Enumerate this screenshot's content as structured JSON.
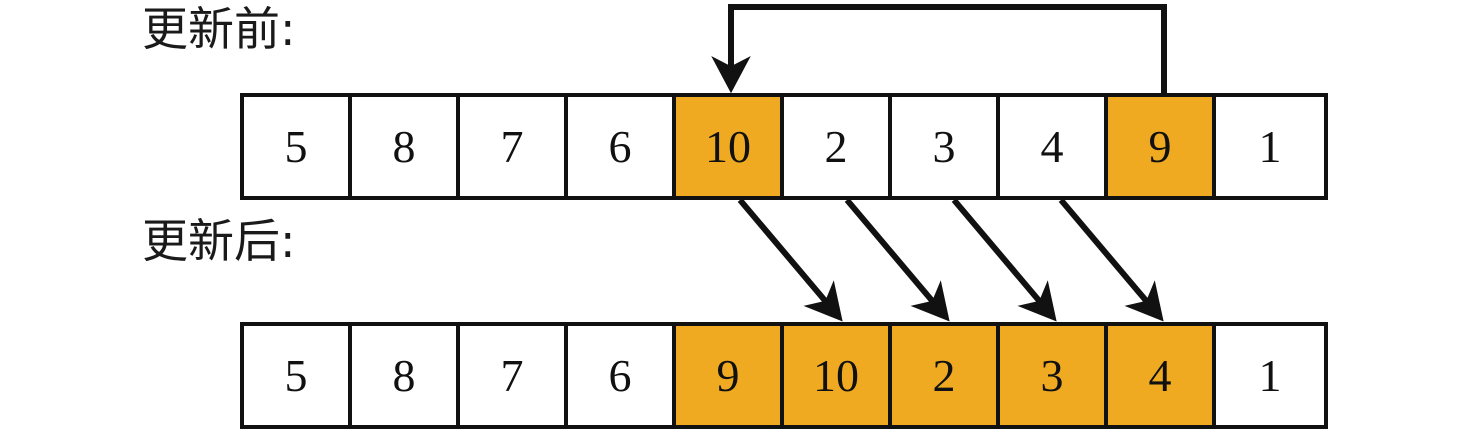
{
  "labels": {
    "before": "更新前:",
    "after": "更新后:"
  },
  "colors": {
    "highlight": "#EFAA22",
    "stroke": "#111111",
    "background": "#FFFFFF",
    "text": "#111111"
  },
  "chart_data": {
    "type": "table",
    "title": "",
    "rows": [
      {
        "name": "before",
        "label": "更新前:",
        "values": [
          "5",
          "8",
          "7",
          "6",
          "10",
          "2",
          "3",
          "4",
          "9",
          "1"
        ],
        "highlighted_indices": [
          4,
          8
        ]
      },
      {
        "name": "after",
        "label": "更新后:",
        "values": [
          "5",
          "8",
          "7",
          "6",
          "9",
          "10",
          "2",
          "3",
          "4",
          "1"
        ],
        "highlighted_indices": [
          4,
          5,
          6,
          7,
          8
        ]
      }
    ],
    "annotations": [
      {
        "id": "move-9-to-slot-5",
        "kind": "elbow-arrow",
        "from_row": "before",
        "from_index": 8,
        "to_row": "before",
        "to_index": 4,
        "note": "value 9 moves left to position 5"
      },
      {
        "id": "shift-10",
        "kind": "diagonal-arrow",
        "from_row": "before",
        "from_index": 4,
        "to_row": "after",
        "to_index": 5,
        "note": "value 10 shifts one slot right"
      },
      {
        "id": "shift-2",
        "kind": "diagonal-arrow",
        "from_row": "before",
        "from_index": 5,
        "to_row": "after",
        "to_index": 6,
        "note": "value 2 shifts one slot right"
      },
      {
        "id": "shift-3",
        "kind": "diagonal-arrow",
        "from_row": "before",
        "from_index": 6,
        "to_row": "after",
        "to_index": 7,
        "note": "value 3 shifts one slot right"
      },
      {
        "id": "shift-4",
        "kind": "diagonal-arrow",
        "from_row": "before",
        "from_index": 7,
        "to_row": "after",
        "to_index": 8,
        "note": "value 4 shifts one slot right"
      }
    ]
  }
}
